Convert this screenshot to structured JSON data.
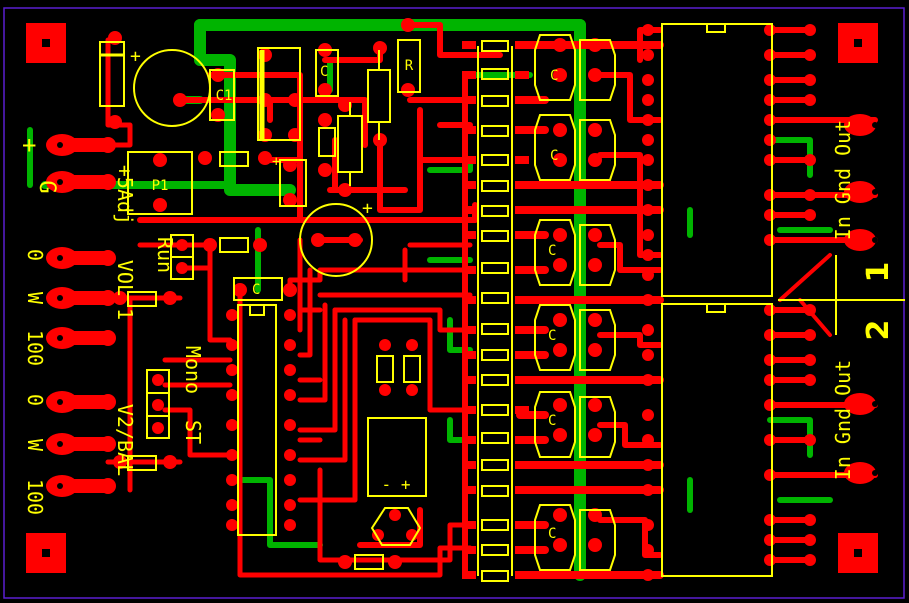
{
  "board": {
    "background": "#000000",
    "outline_color": "#5a1fd1",
    "top_copper": "#ff0000",
    "bottom_copper": "#00b400",
    "silkscreen": "#ffff00",
    "pad_hole": "#000000"
  },
  "labels": {
    "plus": "+",
    "g": "G",
    "plus_5adj": "+5Adj",
    "p1": "P1",
    "run": "Run",
    "vol1": "VOL 1",
    "c1": "C1",
    "r": "R",
    "c": "C",
    "mono": "Mono",
    "st": "ST",
    "v2bal": "V2/BAL",
    "zero_a": "0",
    "w_a": "W",
    "hundred_a": "100",
    "zero_b": "0",
    "w_b": "W",
    "hundred_b": "100",
    "in_gnd_out_1": "In Gnd Out",
    "in_gnd_out_2": "In Gnd Out",
    "ch1": "1",
    "ch2": "2",
    "cap_plus": "+",
    "minus_plus": "- +"
  }
}
